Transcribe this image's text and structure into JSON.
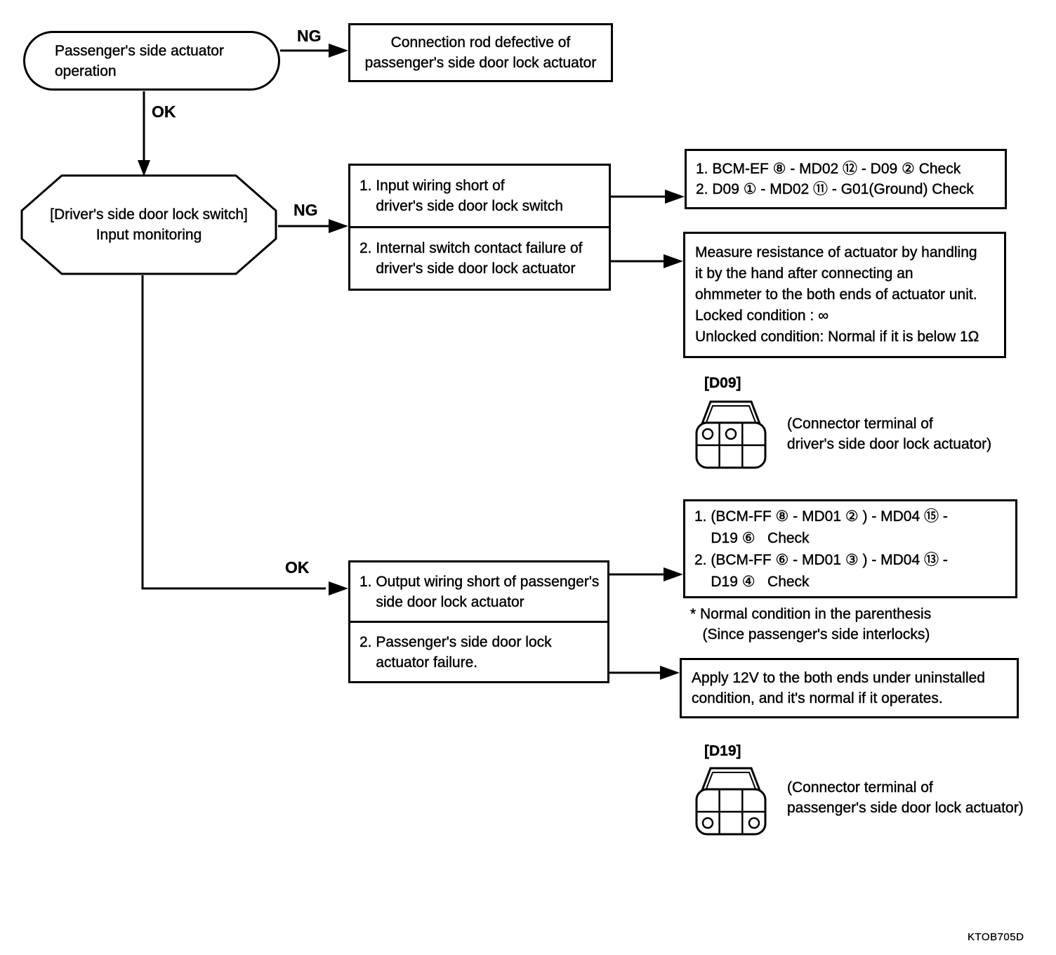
{
  "labels": {
    "ng_top": "NG",
    "ok_top": "OK",
    "ng_mid": "NG",
    "ok_branch": "OK"
  },
  "nodes": {
    "start": "Passenger's side actuator\noperation",
    "connection_rod": "Connection rod defective of\npassenger's side door lock actuator",
    "input_monitoring": "[Driver's side door lock switch]\nInput monitoring",
    "ng_cause_1": "1. Input wiring short of\n    driver's side door lock switch",
    "ng_cause_2": "2. Internal switch contact failure of\n    driver's side door lock actuator",
    "check_input": "1. BCM-EF ⑧ - MD02 ⑫ - D09 ② Check\n2. D09 ① - MD02 ⑪ - G01(Ground) Check",
    "measure": "Measure resistance of actuator by handling\nit by the hand after connecting an\nohmmeter to the both ends of actuator unit.\nLocked condition : ∞\nUnlocked condition: Normal if it is below 1Ω",
    "ok_cause_1": "1. Output wiring short of passenger's\n    side door lock actuator",
    "ok_cause_2": "2. Passenger's side door lock\n    actuator failure.",
    "check_output": "1. (BCM-FF ⑧ - MD01 ② ) - MD04 ⑮ -\n    D19 ⑥   Check\n2. (BCM-FF ⑥ - MD01 ③ ) - MD04 ⑬ -\n    D19 ④   Check",
    "note": "* Normal condition in the parenthesis\n   (Since passenger's side interlocks)",
    "apply_12v": "Apply 12V to the both ends under uninstalled\ncondition, and it's normal if it operates."
  },
  "connectors": {
    "d09": {
      "id": "[D09]",
      "caption": "(Connector terminal of\ndriver's side door lock actuator)"
    },
    "d19": {
      "id": "[D19]",
      "caption": "(Connector terminal of\npassenger's side door lock actuator)"
    }
  },
  "code": "KTOB705D"
}
